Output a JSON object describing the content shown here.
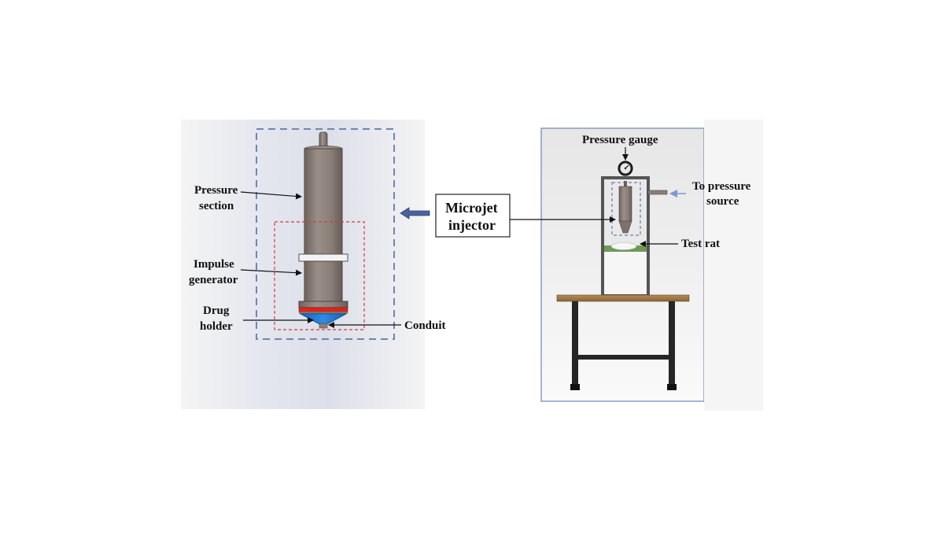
{
  "labels": {
    "pressure_section_1": "Pressure",
    "pressure_section_2": "section",
    "impulse_generator_1": "Impulse",
    "impulse_generator_2": "generator",
    "drug_holder_1": "Drug",
    "drug_holder_2": "holder",
    "conduit": "Conduit",
    "microjet_injector_1": "Microjet",
    "microjet_injector_2": "injector",
    "pressure_gauge": "Pressure gauge",
    "to_pressure_source_1": "To pressure",
    "to_pressure_source_2": "source",
    "test_rat": "Test rat"
  },
  "colors": {
    "dashed_box": "#6f86b2",
    "red_dashed_box": "#d43a3a",
    "cylinder": "#8a7e77",
    "red_band": "#e2231a",
    "drug_holder_blue": "#1f7fd6",
    "table_top": "#a0784a",
    "block_arrow": "#4a62a0",
    "source_arrow": "#7a9ad4"
  },
  "icons": {
    "block_arrow": "left-block-arrow-icon",
    "gauge": "pressure-gauge-icon"
  }
}
